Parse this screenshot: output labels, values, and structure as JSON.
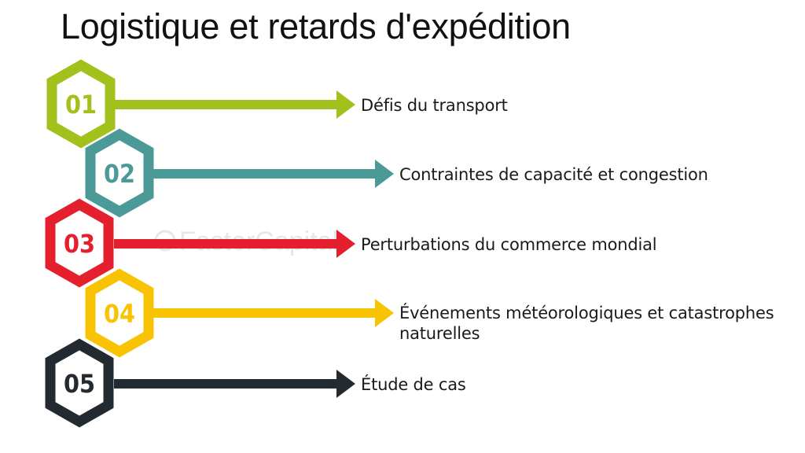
{
  "title": "Logistique et retards d'expédition",
  "watermark": "FasterCapital",
  "items": [
    {
      "number": "01",
      "label": "Défis du transport",
      "color": "#A3C11C"
    },
    {
      "number": "02",
      "label": "Contraintes de capacité et congestion",
      "color": "#4B9A97"
    },
    {
      "number": "03",
      "label": "Perturbations du commerce mondial",
      "color": "#E4202F"
    },
    {
      "number": "04",
      "label": "Événements météorologiques et catastrophes naturelles",
      "color": "#F7C302"
    },
    {
      "number": "05",
      "label": "Étude de cas",
      "color": "#232A31"
    }
  ]
}
